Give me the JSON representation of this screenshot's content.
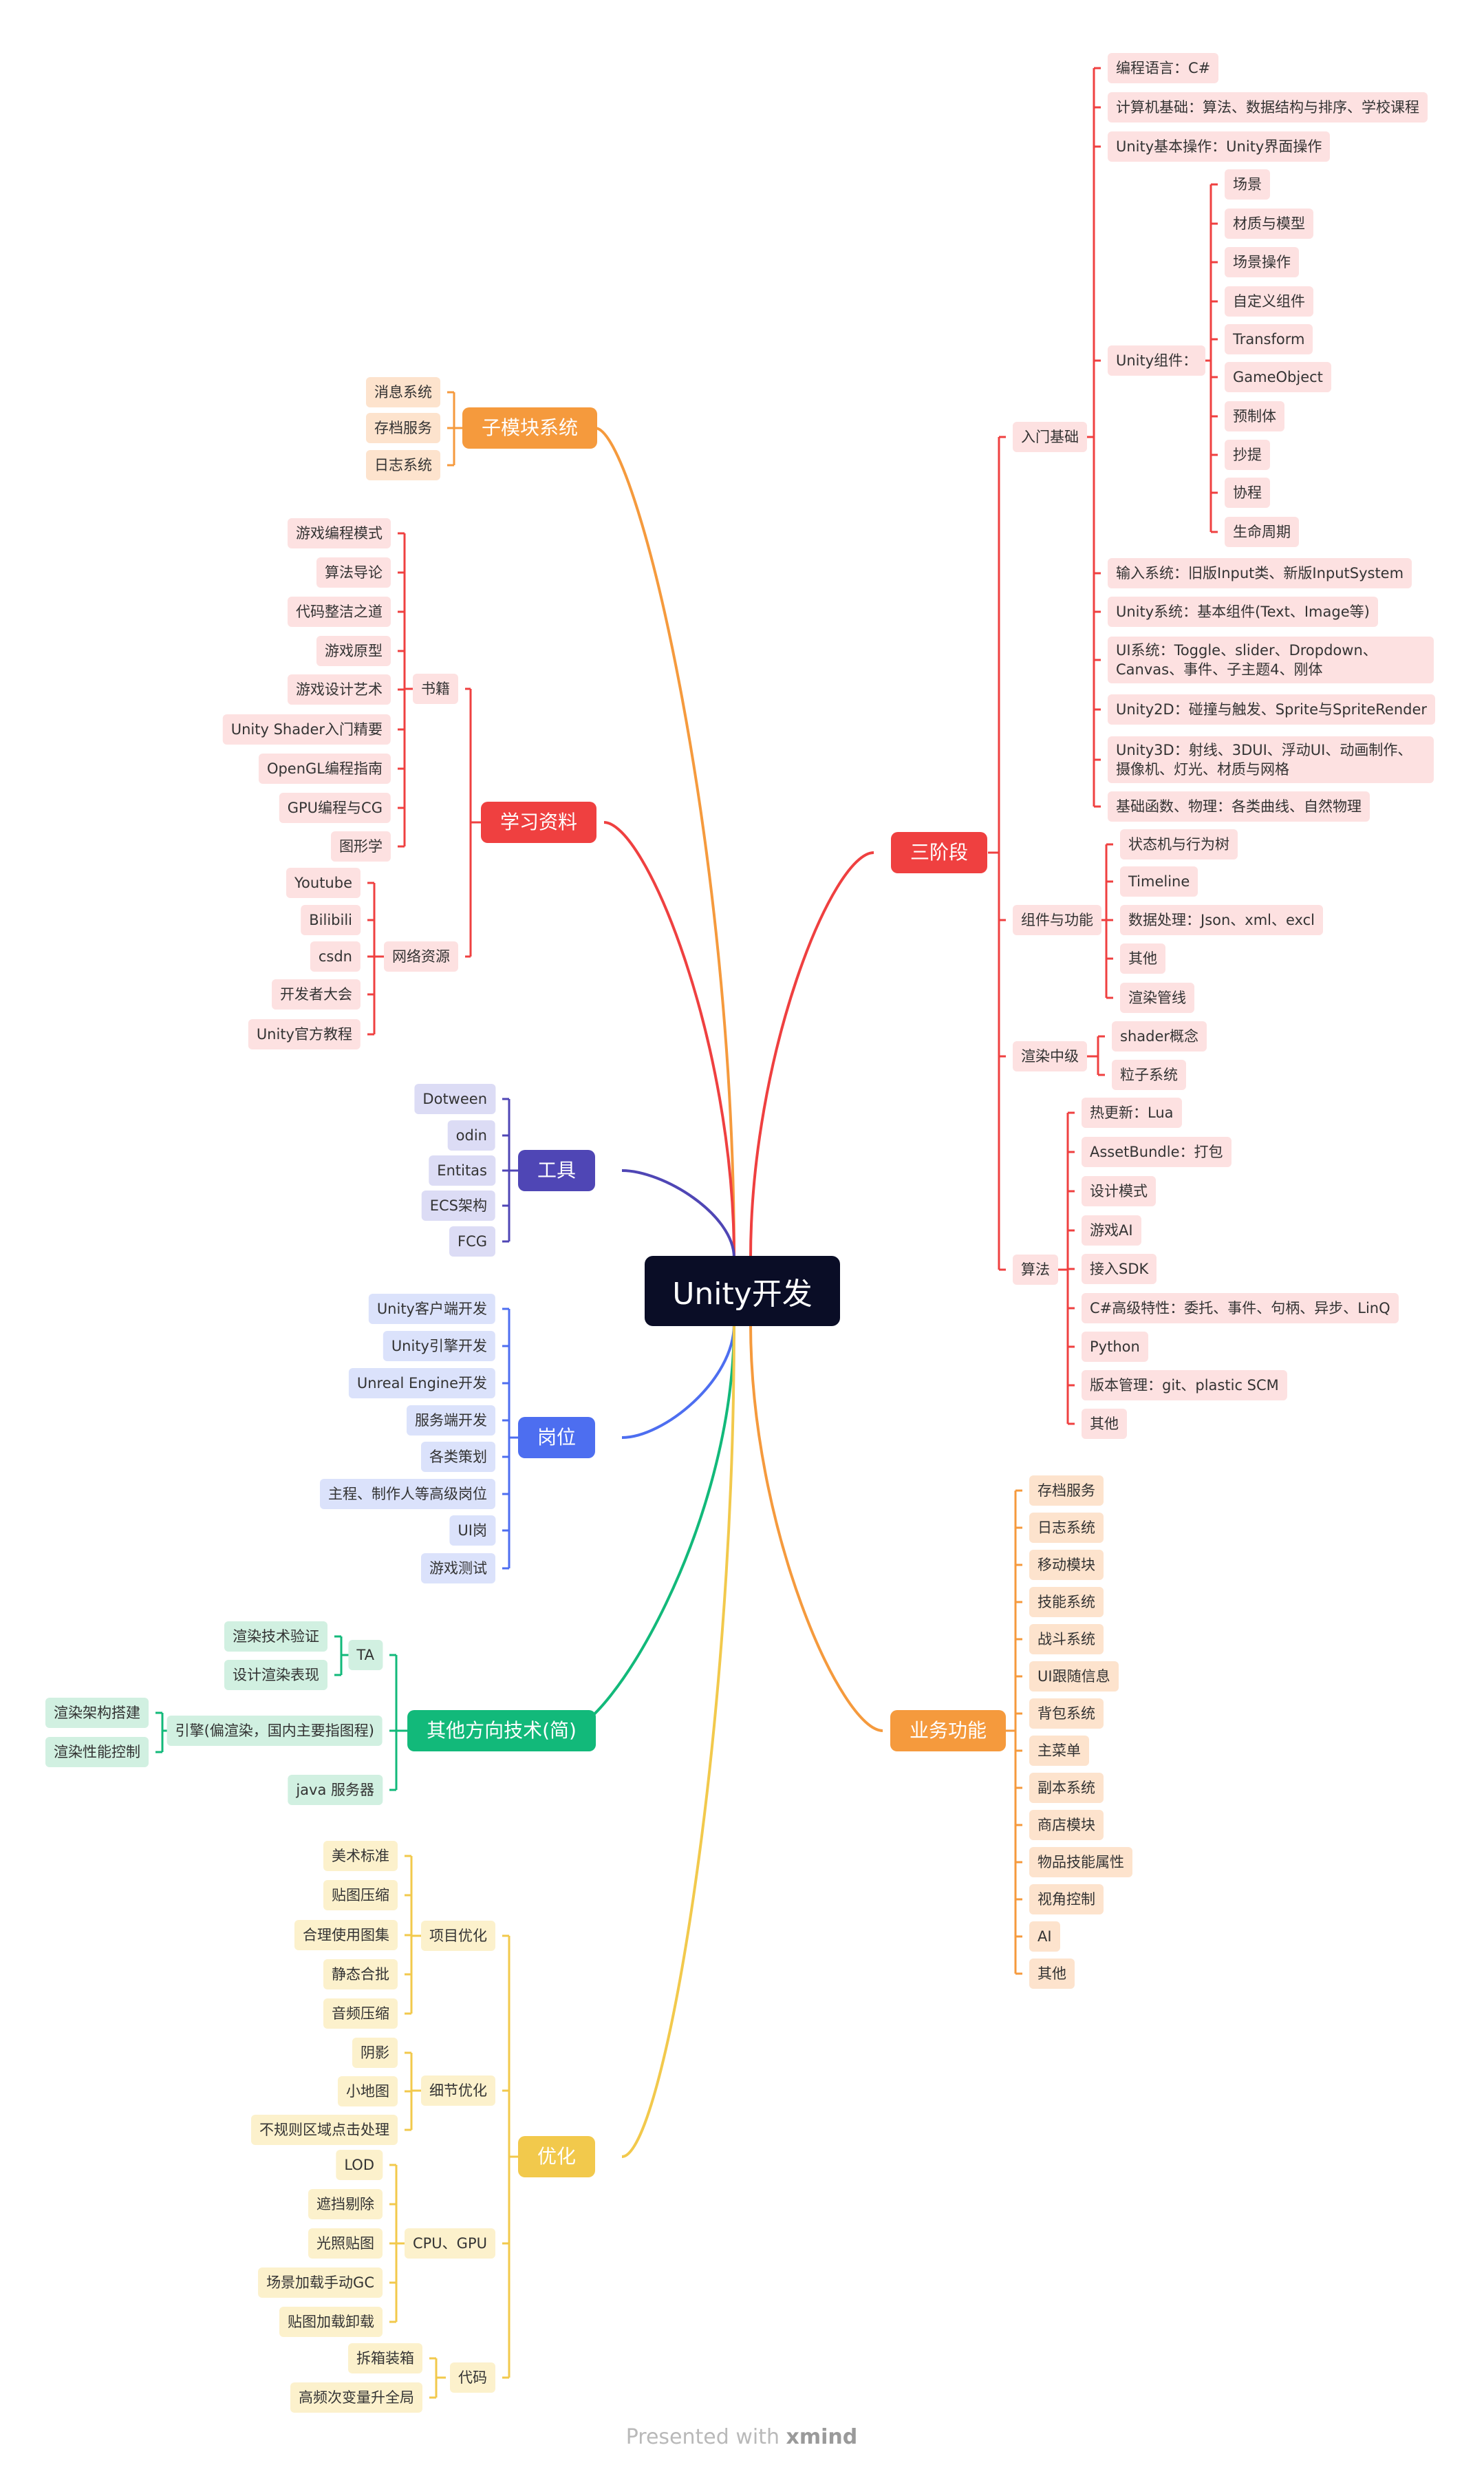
{
  "root": "Unity开发",
  "footer": {
    "prefix": "Presented with",
    "brand": "xmind"
  },
  "colors": {
    "root": "#0a0d26",
    "red": "#ef4040",
    "orange": "#f59a3d",
    "indigo": "#4f46b5",
    "blue": "#4d6ef0",
    "green": "#12b97a",
    "yellow": "#f2c94c"
  },
  "branches": {
    "submodule": {
      "label": "子模块系统",
      "items": [
        "消息系统",
        "存档服务",
        "日志系统"
      ]
    },
    "study": {
      "label": "学习资料",
      "books": {
        "label": "书籍",
        "items": [
          "游戏编程模式",
          "算法导论",
          "代码整洁之道",
          "游戏原型",
          "游戏设计艺术",
          "Unity Shader入门精要",
          "OpenGL编程指南",
          "GPU编程与CG",
          "图形学"
        ]
      },
      "online": {
        "label": "网络资源",
        "items": [
          "Youtube",
          "Bilibili",
          "csdn",
          "开发者大会",
          "Unity官方教程"
        ]
      }
    },
    "tools": {
      "label": "工具",
      "items": [
        "Dotween",
        "odin",
        "Entitas",
        "ECS架构",
        "FCG"
      ]
    },
    "jobs": {
      "label": "岗位",
      "items": [
        "Unity客户端开发",
        "Unity引擎开发",
        "Unreal Engine开发",
        "服务端开发",
        "各类策划",
        "主程、制作人等高级岗位",
        "UI岗",
        "游戏测试"
      ]
    },
    "other": {
      "label": "其他方向技术(简)",
      "ta": {
        "label": "TA",
        "items": [
          "渲染技术验证",
          "设计渲染表现"
        ]
      },
      "engine": {
        "label": "引擎(偏渲染，国内主要指图程)",
        "items": [
          "渲染架构搭建",
          "渲染性能控制"
        ]
      },
      "java": "java 服务器"
    },
    "optimize": {
      "label": "优化",
      "project": {
        "label": "项目优化",
        "items": [
          "美术标准",
          "贴图压缩",
          "合理使用图集",
          "静态合批",
          "音频压缩"
        ]
      },
      "detail": {
        "label": "细节优化",
        "items": [
          "阴影",
          "小地图",
          "不规则区域点击处理"
        ]
      },
      "cpugpu": {
        "label": "CPU、GPU",
        "items": [
          "LOD",
          "遮挡剔除",
          "光照贴图",
          "场景加载手动GC",
          "贴图加载卸载"
        ]
      },
      "code": {
        "label": "代码",
        "items": [
          "拆箱装箱",
          "高频次变量升全局"
        ]
      }
    },
    "stages": {
      "label": "三阶段",
      "intro": {
        "label": "入门基础",
        "items_top": [
          "编程语言：C#",
          "计算机基础：算法、数据结构与排序、学校课程",
          "Unity基本操作：Unity界面操作"
        ],
        "components": {
          "label": "Unity组件：",
          "items": [
            "场景",
            "材质与模型",
            "场景操作",
            "自定义组件",
            "Transform",
            "GameObject",
            "预制体",
            "抄提",
            "协程",
            "生命周期"
          ]
        },
        "items_bottom": [
          "输入系统：旧版Input类、新版InputSystem",
          "Unity系统：基本组件(Text、Image等)",
          "UI系统：Toggle、slider、Dropdown、Canvas、事件、子主题4、刚体",
          "Unity2D：碰撞与触发、Sprite与SpriteRender",
          "Unity3D：射线、3DUI、浮动UI、动画制作、摄像机、灯光、材质与网格",
          "基础函数、物理：各类曲线、自然物理"
        ]
      },
      "components_func": {
        "label": "组件与功能",
        "items": [
          "状态机与行为树",
          "Timeline",
          "数据处理：Json、xml、excl",
          "其他",
          "渲染管线"
        ]
      },
      "render_mid": {
        "label": "渲染中级",
        "items": [
          "shader概念",
          "粒子系统"
        ]
      },
      "algo": {
        "label": "算法",
        "items": [
          "热更新：Lua",
          "AssetBundle：打包",
          "设计模式",
          "游戏AI",
          "接入SDK",
          "C#高级特性：委托、事件、句柄、异步、LinQ",
          "Python",
          "版本管理：git、plastic SCM",
          "其他"
        ]
      }
    },
    "business": {
      "label": "业务功能",
      "items": [
        "存档服务",
        "日志系统",
        "移动模块",
        "技能系统",
        "战斗系统",
        "UI跟随信息",
        "背包系统",
        "主菜单",
        "副本系统",
        "商店模块",
        "物品技能属性",
        "视角控制",
        "AI",
        "其他"
      ]
    }
  }
}
